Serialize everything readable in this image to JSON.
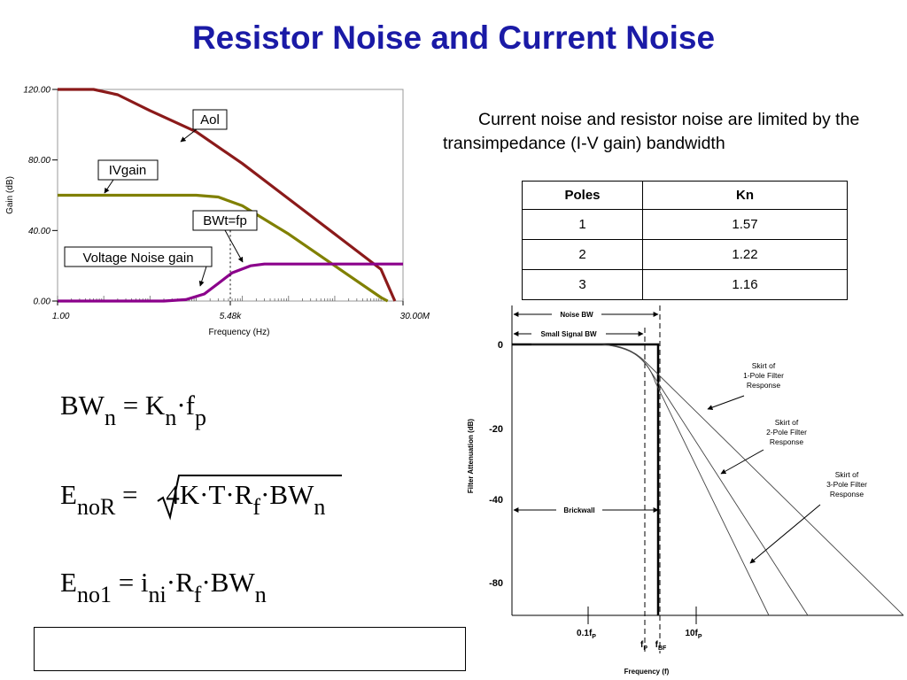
{
  "page_title": "Resistor Noise and Current Noise",
  "description": "Current noise and resistor noise are limited by the transimpedance (I-V gain) bandwidth",
  "table": {
    "headers": [
      "Poles",
      "Kn"
    ],
    "rows": [
      [
        "1",
        "1.57"
      ],
      [
        "2",
        "1.22"
      ],
      [
        "3",
        "1.16"
      ]
    ]
  },
  "formulas": {
    "f1": {
      "lhs": "BW",
      "lhs_sub": "n",
      "eq": " = ",
      "k": "K",
      "k_sub": "n",
      "dot": "·",
      "f": "f",
      "f_sub": "p"
    },
    "f2": {
      "lhs": "E",
      "lhs_sub": "noR",
      "eq": " = ",
      "inside": "4K·T·R",
      "r_sub": "f",
      "rest": "·BW",
      "rest_sub": "n"
    },
    "f3": {
      "lhs": "E",
      "lhs_sub": "no1",
      "eq": " = ",
      "i": "i",
      "i_sub": "ni",
      "r": "·R",
      "r_sub": "f",
      "rest": "·BW",
      "rest_sub": "n"
    }
  },
  "chart_data": [
    {
      "type": "line",
      "xlabel": "Frequency (Hz)",
      "ylabel": "Gain (dB)",
      "x_scale": "log",
      "xlim": [
        1,
        30000000
      ],
      "ylim": [
        0,
        120
      ],
      "x_ticks": [
        {
          "value": 1,
          "label": "1.00"
        },
        {
          "value": 5480,
          "label": "5.48k"
        },
        {
          "value": 30000000,
          "label": "30.00M"
        }
      ],
      "y_ticks": [
        {
          "value": 0,
          "label": "0.00"
        },
        {
          "value": 40,
          "label": "40.00"
        },
        {
          "value": 80,
          "label": "80.00"
        },
        {
          "value": 120,
          "label": "120.00"
        }
      ],
      "series": [
        {
          "name": "Aol",
          "color": "#8b1a1a",
          "x": [
            1,
            6,
            20,
            100,
            1000,
            10000,
            100000,
            1000000,
            10000000,
            20000000
          ],
          "y": [
            120,
            120,
            117,
            108,
            96,
            78,
            58,
            38,
            18,
            0
          ]
        },
        {
          "name": "IVgain",
          "color": "#808000",
          "x": [
            1,
            100,
            1000,
            3000,
            10000,
            100000,
            1000000,
            10000000,
            14000000
          ],
          "y": [
            60,
            60,
            60,
            59,
            54,
            38,
            20,
            2,
            0
          ]
        },
        {
          "name": "Voltage Noise gain",
          "color": "#8b008b",
          "x": [
            1,
            200,
            600,
            1500,
            3000,
            6000,
            15000,
            30000,
            100000,
            30000000
          ],
          "y": [
            0,
            0,
            0.8,
            4,
            10,
            16,
            20,
            21,
            21,
            21
          ]
        }
      ],
      "annotations": [
        {
          "text": "Aol",
          "x": 4000,
          "y": 92
        },
        {
          "text": "IVgain",
          "x": 10,
          "y": 74
        },
        {
          "text": "BWt=fp",
          "x": 5480,
          "y": 46
        },
        {
          "text": "Voltage Noise gain",
          "x": 1,
          "y": 24
        }
      ],
      "marker": {
        "x": 5480,
        "label": "BWt=fp"
      }
    },
    {
      "type": "line",
      "xlabel": "Frequency (f)",
      "ylabel": "Filter Attenuation (dB)",
      "y_ticks": [
        {
          "value": 0,
          "label": "0"
        },
        {
          "value": -20,
          "label": "-20"
        },
        {
          "value": -40,
          "label": "-40"
        },
        {
          "value": -80,
          "label": "-80"
        }
      ],
      "x_ticks": [
        {
          "label": "0.1f",
          "sub": "P"
        },
        {
          "label": "f",
          "sub": "P"
        },
        {
          "label": "f",
          "sub": "BF"
        },
        {
          "label": "10f",
          "sub": "P"
        }
      ],
      "series": [
        {
          "name": "Skirt of 1-Pole Filter Response"
        },
        {
          "name": "Skirt of 2-Pole Filter Response"
        },
        {
          "name": "Skirt of 3-Pole Filter Response"
        },
        {
          "name": "Brickwall"
        }
      ],
      "labels": {
        "noise_bw": "Noise BW",
        "small_signal_bw": "Small Signal BW",
        "brickwall": "Brickwall",
        "skirt1": [
          "Skirt of",
          "1-Pole Filter",
          "Response"
        ],
        "skirt2": [
          "Skirt of",
          "2-Pole Filter",
          "Response"
        ],
        "skirt3": [
          "Skirt of",
          "3-Pole Filter",
          "Response"
        ]
      }
    }
  ]
}
